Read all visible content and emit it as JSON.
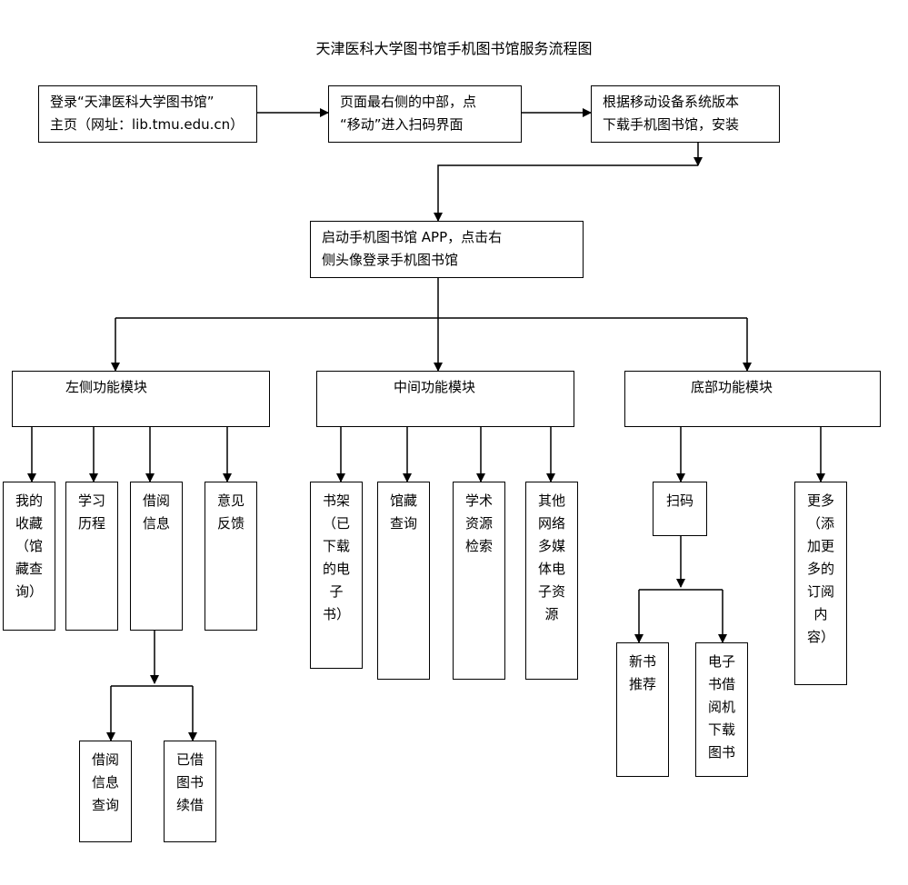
{
  "title": "天津医科大学图书馆手机图书馆服务流程图",
  "nodes": {
    "step1": "登录“天津医科大学图书馆”\n主页（网址：lib.tmu.edu.cn）",
    "step2": "页面最右侧的中部，点\n“移动”进入扫码界面",
    "step3": "根据移动设备系统版本\n下载手机图书馆，安装",
    "step4": "      启动手机图书馆 APP，点击右\n侧头像登录手机图书馆",
    "left_module": "左侧功能模块",
    "middle_module": "中间功能模块",
    "bottom_module": "底部功能模块",
    "my_collection": "我的\n收藏\n（馆\n藏查\n询）",
    "study_history": "学习\n历程",
    "borrow_info": "借阅\n信息",
    "feedback": "意见\n反馈",
    "borrow_info_query": "借阅\n信息\n查询",
    "renew_books": "已借\n图书\n续借",
    "bookshelf": "书架\n（已\n下载\n的电\n子\n书）",
    "catalog_query": "馆藏\n查询",
    "academic_search": "学术\n资源\n检索",
    "other_media": "其他\n网络\n多媒\n体电\n子资\n源",
    "scan_code": "扫码",
    "new_books": "新书\n推荐",
    "ebook_machine": "电子\n书借\n阅机\n下载\n图书",
    "more": "更多\n（添\n加更\n多的\n订阅\n内\n容）"
  }
}
